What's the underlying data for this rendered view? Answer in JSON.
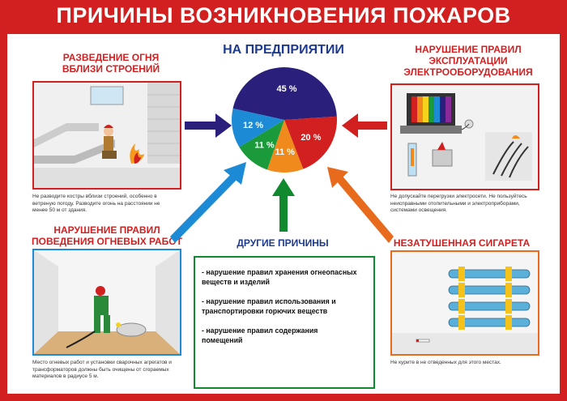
{
  "title": "ПРИЧИНЫ ВОЗНИКНОВЕНИЯ ПОЖАРОВ",
  "center_title": "НА ПРЕДПРИЯТИИ",
  "sections": {
    "fire": {
      "title_line1": "РАЗВЕДЕНИЕ ОГНЯ",
      "title_line2": "ВБЛИЗИ СТРОЕНИЙ",
      "caption_line1": "Не разводите костры вблизи строений, особенно в",
      "caption_line2": "ветреную погоду. Разводите огонь на расстоянии не",
      "caption_line3": "менее 50 м от здания."
    },
    "electric": {
      "title_line1": "НАРУШЕНИЕ ПРАВИЛ",
      "title_line2": "ЭКСПЛУАТАЦИИ",
      "title_line3": "ЭЛЕКТРООБОРУДОВАНИЯ",
      "caption_line1": "Не допускайте перегрузки электросети. Не пользуйтесь",
      "caption_line2": "неисправными отопительными и электроприборами,",
      "caption_line3": "системами освещения."
    },
    "welding": {
      "title_line1": "НАРУШЕНИЕ ПРАВИЛ",
      "title_line2": "ПОВЕДЕНИЯ ОГНЕВЫХ РАБОТ",
      "caption_line1": "Место огневых работ и установки сварочных агрегатов и",
      "caption_line2": "трансформаторов должны быть очищены от сгораемых",
      "caption_line3": "материалов в радиусе 5 м."
    },
    "other": {
      "title": "ДРУГИЕ ПРИЧИНЫ",
      "item1_line1": "- нарушение правил хранения огнеопасных",
      "item1_line2": "веществ и изделий",
      "item2_line1": "- нарушение правил использования и",
      "item2_line2": "транспортировки горючих веществ",
      "item3_line1": "- нарушение правил  содержания",
      "item3_line2": "помещений"
    },
    "cigarette": {
      "title": "НЕЗАТУШЕННАЯ СИГАРЕТА",
      "caption_line1": "Не курите в не отведенных для этого местах."
    }
  },
  "chart_data": {
    "type": "pie",
    "slices": [
      {
        "label": "45 %",
        "value": 45,
        "color": "#2a1f7a"
      },
      {
        "label": "20 %",
        "value": 20,
        "color": "#d21f1f"
      },
      {
        "label": "11 %",
        "value": 11,
        "color": "#f08a1c"
      },
      {
        "label": "11 %",
        "value": 11,
        "color": "#1a9a3a"
      },
      {
        "label": "12 %",
        "value": 12,
        "color": "#1d8ad6"
      }
    ]
  },
  "colors": {
    "brand_red": "#d21f1f",
    "navy": "#1d3a8f",
    "green": "#118a2f",
    "orange": "#e86a1c",
    "light_blue": "#1d8ad6"
  }
}
